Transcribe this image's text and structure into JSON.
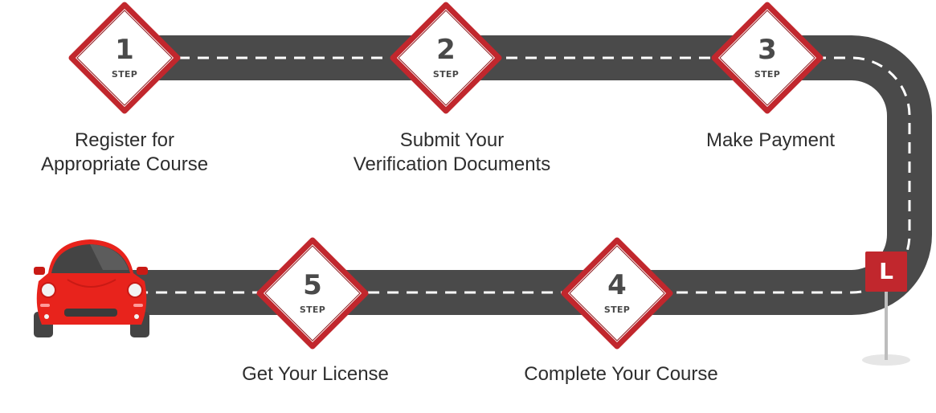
{
  "steps": [
    {
      "number": "1",
      "word": "STEP",
      "label_lines": [
        "Register for",
        "Appropriate Course"
      ]
    },
    {
      "number": "2",
      "word": "STEP",
      "label_lines": [
        "Submit Your",
        "Verification Documents"
      ]
    },
    {
      "number": "3",
      "word": "STEP",
      "label_lines": [
        "Make Payment"
      ]
    },
    {
      "number": "4",
      "word": "STEP",
      "label_lines": [
        "Complete Your Course"
      ]
    },
    {
      "number": "5",
      "word": "STEP",
      "label_lines": [
        "Get Your License"
      ]
    }
  ],
  "learner_sign": {
    "letter": "L"
  },
  "colors": {
    "road": "#4a4a4a",
    "lane_dash": "#ffffff",
    "sign_border": "#c1272d",
    "sign_fill": "#ffffff",
    "car_body": "#e8231c",
    "flag": "#c1272d"
  }
}
